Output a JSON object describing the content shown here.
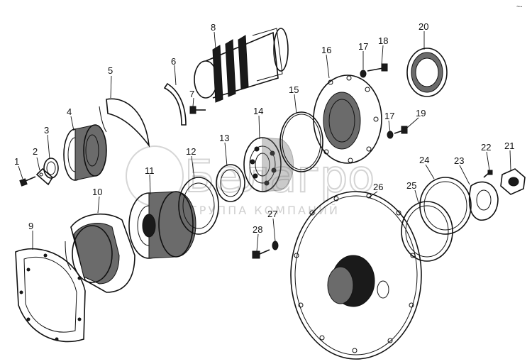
{
  "watermark": {
    "brand": "Белагро",
    "subtitle": "ГРУППА КОМПАНИЙ"
  },
  "corner_mark": "~-",
  "parts": [
    {
      "id": "part-1",
      "number": "1"
    },
    {
      "id": "part-2",
      "number": "2"
    },
    {
      "id": "part-3",
      "number": "3"
    },
    {
      "id": "part-4",
      "number": "4"
    },
    {
      "id": "part-5",
      "number": "5"
    },
    {
      "id": "part-6",
      "number": "6"
    },
    {
      "id": "part-7",
      "number": "7"
    },
    {
      "id": "part-8",
      "number": "8"
    },
    {
      "id": "part-9",
      "number": "9"
    },
    {
      "id": "part-10",
      "number": "10"
    },
    {
      "id": "part-11",
      "number": "11"
    },
    {
      "id": "part-12",
      "number": "12"
    },
    {
      "id": "part-13",
      "number": "13"
    },
    {
      "id": "part-14",
      "number": "14"
    },
    {
      "id": "part-15",
      "number": "15"
    },
    {
      "id": "part-16",
      "number": "16"
    },
    {
      "id": "part-17a",
      "number": "17"
    },
    {
      "id": "part-17b",
      "number": "17"
    },
    {
      "id": "part-18",
      "number": "18"
    },
    {
      "id": "part-19",
      "number": "19"
    },
    {
      "id": "part-20",
      "number": "20"
    },
    {
      "id": "part-21",
      "number": "21"
    },
    {
      "id": "part-22",
      "number": "22"
    },
    {
      "id": "part-23",
      "number": "23"
    },
    {
      "id": "part-24",
      "number": "24"
    },
    {
      "id": "part-25",
      "number": "25"
    },
    {
      "id": "part-26",
      "number": "26"
    },
    {
      "id": "part-27",
      "number": "27"
    },
    {
      "id": "part-28",
      "number": "28"
    }
  ]
}
